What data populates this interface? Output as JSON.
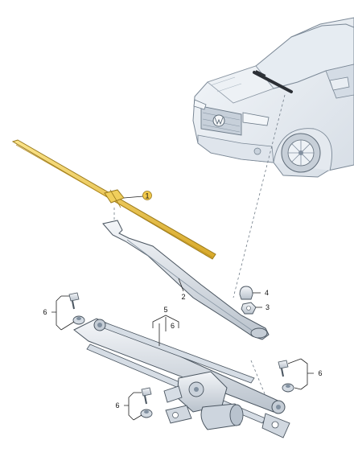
{
  "diagram": {
    "callouts": {
      "c1": "1",
      "c2": "2",
      "c3": "3",
      "c4": "4",
      "c5": "5",
      "c6a": "6",
      "c6b": "6",
      "c6c": "6",
      "c6d": "6"
    },
    "colors": {
      "highlight": "#f2c94c",
      "highlight_outline": "#9a7a1c",
      "part_fill": "#dde3ea",
      "part_stroke": "#4a5560",
      "car_fill": "#eef2f6",
      "car_stroke": "#7b8896"
    },
    "icons": [
      "vw-logo",
      "wiper-blade",
      "wiper-arm",
      "wiper-linkage",
      "wiper-motor",
      "nut",
      "cap",
      "bolt",
      "grommet"
    ]
  }
}
